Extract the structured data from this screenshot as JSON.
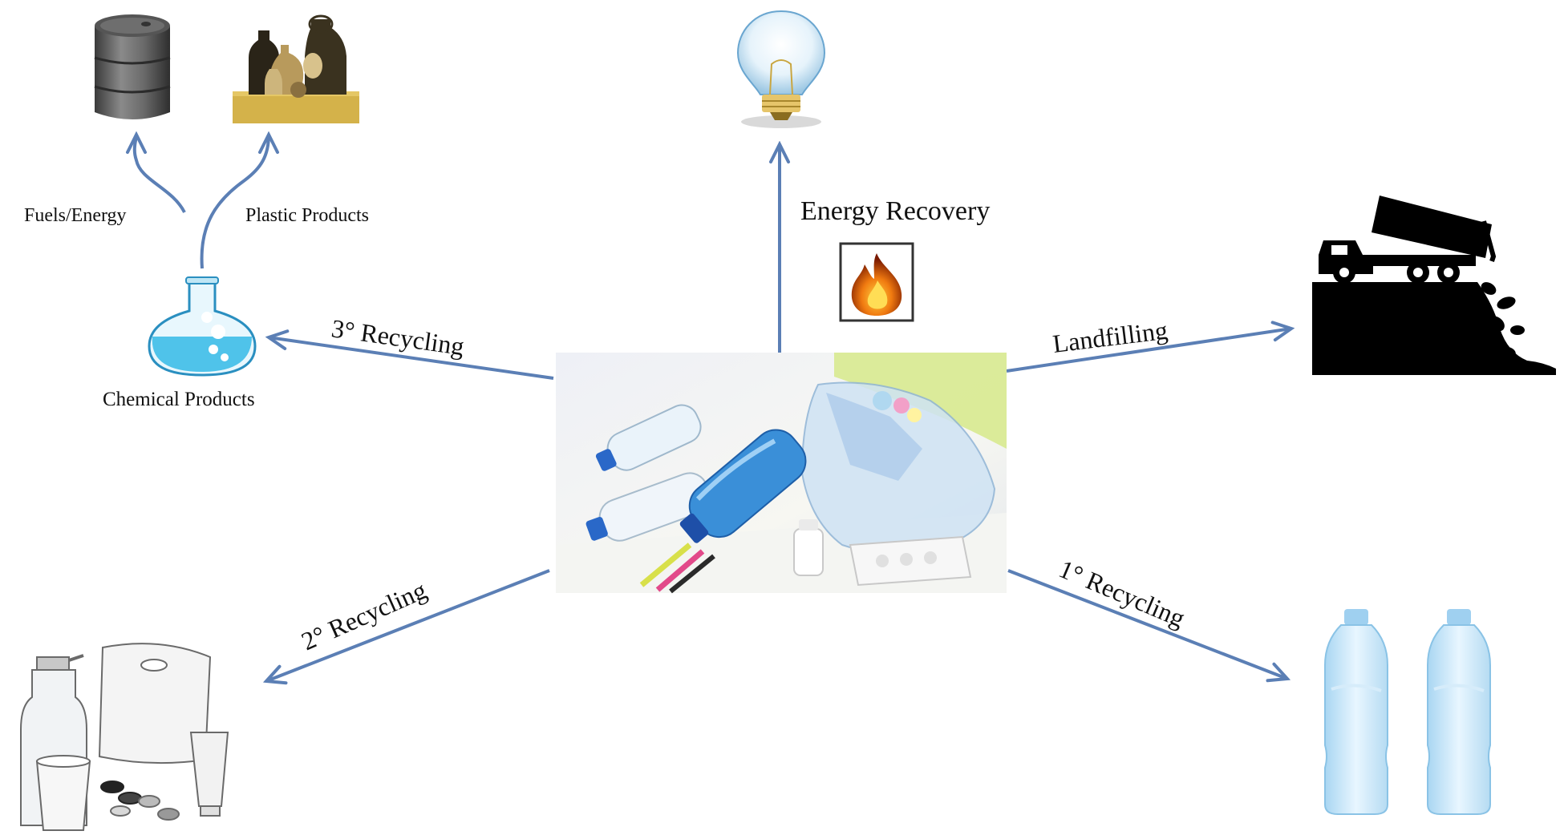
{
  "labels": {
    "fuels_energy": "Fuels/Energy",
    "plastic_products": "Plastic Products",
    "chemical_products": "Chemical Products",
    "tertiary_recycling": "3° Recycling",
    "energy_recovery": "Energy Recovery",
    "landfilling": "Landfilling",
    "secondary_recycling": "2° Recycling",
    "primary_recycling": "1° Recycling"
  },
  "colors": {
    "arrow": "#5b7fb5",
    "text": "#111111",
    "landfill": "#000000",
    "flask_liquid": "#4fc3ea",
    "shelf": "#d4b24a"
  },
  "icons": {
    "barrel": "oil-barrel-icon",
    "bottles_shelf": "plastic-bottles-shelf-icon",
    "flask": "chemical-flask-icon",
    "bulb": "light-bulb-icon",
    "fire": "fire-icon",
    "landfill": "dump-truck-landfill-icon",
    "household_plastics": "household-plastics-icon",
    "water_bottles": "water-bottles-icon",
    "center_photo": "plastic-waste-photo"
  }
}
